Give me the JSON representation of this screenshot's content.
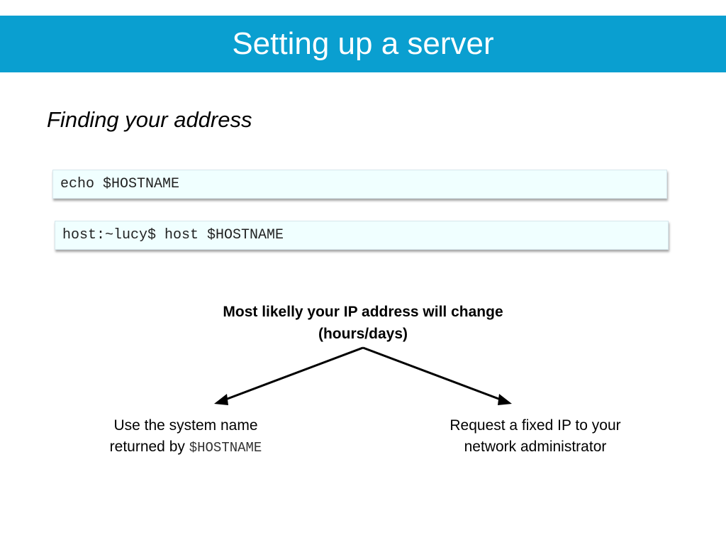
{
  "slide": {
    "title": "Setting up a server",
    "subtitle": "Finding your address",
    "commands": [
      "echo $HOSTNAME",
      "host:~lucy$ host $HOSTNAME"
    ],
    "note_line1": "Most likelly your IP address will change",
    "note_line2": "(hours/days)",
    "option_left_line1": "Use the system name",
    "option_left_line2_prefix": "returned by ",
    "option_left_line2_code": "$HOSTNAME",
    "option_right_line1": "Request a fixed IP to your",
    "option_right_line2": "network administrator"
  },
  "colors": {
    "title_bar": "#0a9fd0",
    "code_background": "#f0ffff"
  }
}
